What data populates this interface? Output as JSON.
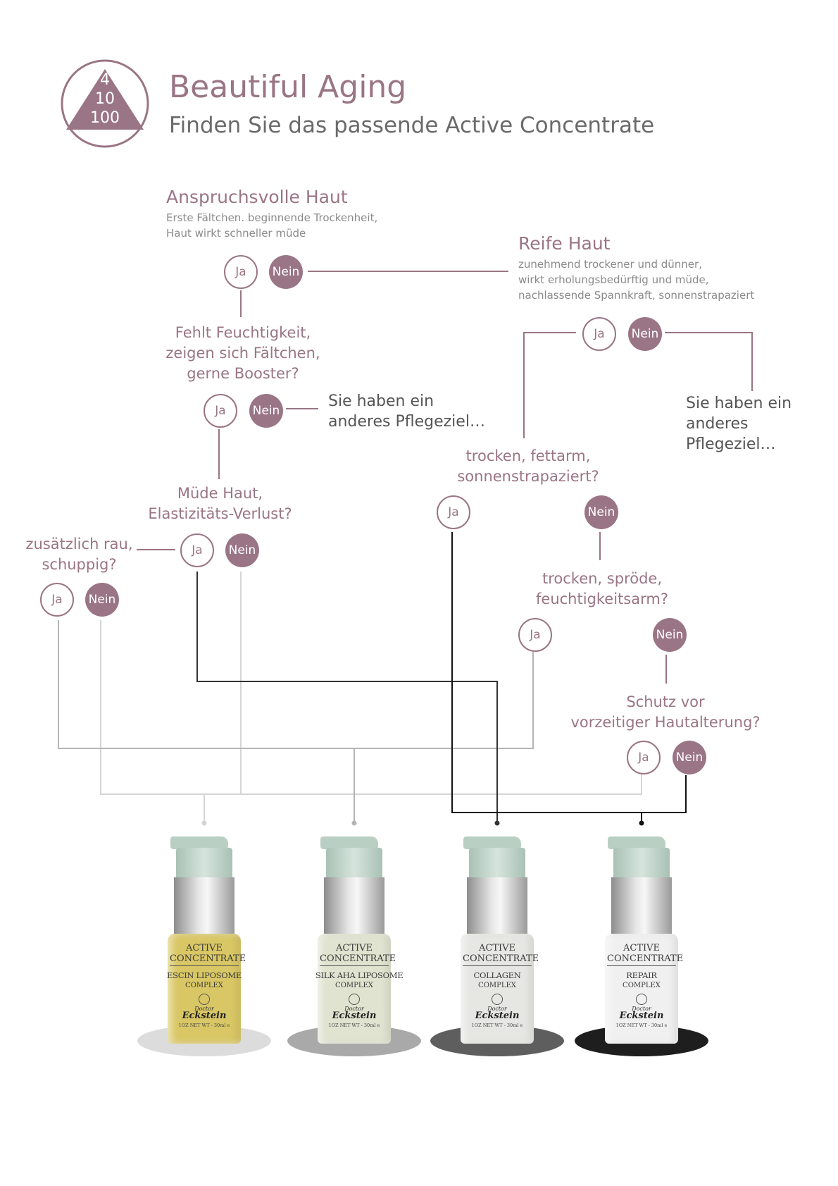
{
  "header": {
    "logo_numbers": [
      "4",
      "10",
      "100"
    ],
    "title": "Beautiful Aging",
    "subtitle": "Finden Sie das passende Active Concentrate"
  },
  "branch_demanding": {
    "title": "Anspruchsvolle Haut",
    "description": "Erste Fältchen. beginnende Trockenheit,\nHaut wirkt schneller müde"
  },
  "branch_mature": {
    "title": "Reife Haut",
    "description": "zunehmend trockener und dünner,\nwirkt erholungsbedürftig und müde,\nnachlassende Spannkraft, sonnenstrapaziert"
  },
  "answers": {
    "yes": "Ja",
    "no": "Nein"
  },
  "questions": {
    "moisture": "Fehlt Feuchtigkeit,\nzeigen sich Fältchen,\ngerne Booster?",
    "tired": "Müde Haut,\nElastizitäts-Verlust?",
    "rough": "zusätzlich rau,\nschuppig?",
    "dry_lipid": "trocken, fettarm,\nsonnenstrapaziert?",
    "dry_brittle": "trocken, spröde,\nfeuchtigkeitsarm?",
    "protection": "Schutz vor\nvorzeitiger Hautalterung?"
  },
  "other_goal": "Sie haben ein\nanderes Pflegeziel…",
  "products": [
    {
      "line1": "ACTIVE",
      "line2": "CONCENTRATE",
      "name": "ESCIN LIPOSOME",
      "sub": "COMPLEX",
      "brand_top": "Doctor",
      "brand": "Eckstein",
      "volume": "1OZ NET WT - 30ml e",
      "glass_color": "#d9c765",
      "shadow_color": "#dcdcdc"
    },
    {
      "line1": "ACTIVE",
      "line2": "CONCENTRATE",
      "name": "SILK AHA LIPOSOME",
      "sub": "COMPLEX",
      "brand_top": "Doctor",
      "brand": "Eckstein",
      "volume": "1OZ NET WT - 30ml e",
      "glass_color": "#dfe3cf",
      "shadow_color": "#a9a9a9"
    },
    {
      "line1": "ACTIVE",
      "line2": "CONCENTRATE",
      "name": "COLLAGEN",
      "sub": "COMPLEX",
      "brand_top": "Doctor",
      "brand": "Eckstein",
      "volume": "1OZ NET WT - 30ml e",
      "glass_color": "#e6e6e3",
      "shadow_color": "#5e5e5e"
    },
    {
      "line1": "ACTIVE",
      "line2": "CONCENTRATE",
      "name": "REPAIR",
      "sub": "COMPLEX",
      "brand_top": "Doctor",
      "brand": "Eckstein",
      "volume": "1OZ NET WT - 30ml e",
      "glass_color": "#f0f0f0",
      "shadow_color": "#1e1e1e"
    }
  ],
  "colors": {
    "accent": "#9a7585",
    "line_light": "#d4d4d4",
    "line_mid": "#b5b5b5",
    "line_dark": "#333333",
    "line_black": "#111111"
  }
}
